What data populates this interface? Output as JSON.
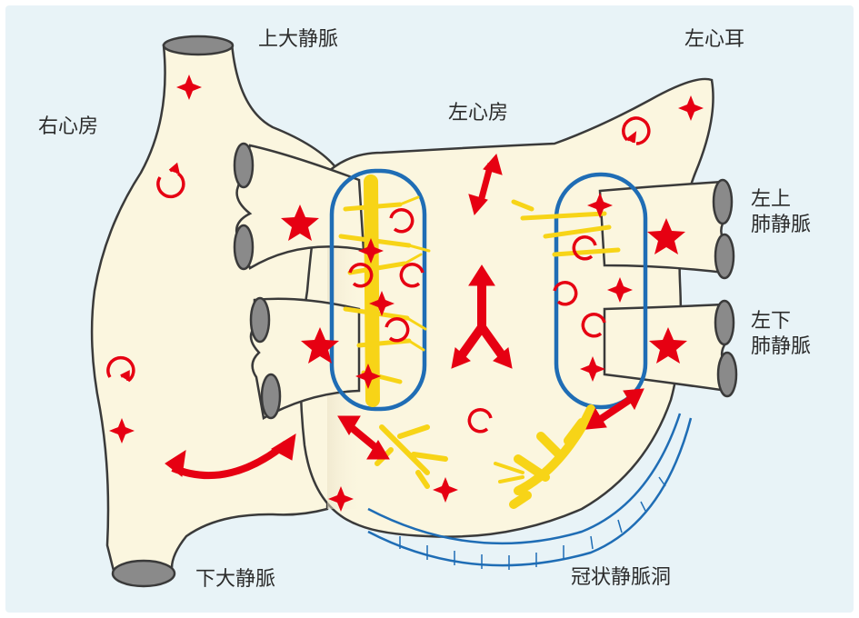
{
  "labels": {
    "svc": "上大静脈",
    "laa": "左心耳",
    "ra": "右心房",
    "la": "左心房",
    "lspv_1": "左上",
    "lspv_2": "肺静脈",
    "lipv_1": "左下",
    "lipv_2": "肺静脈",
    "ivc": "下大静脈",
    "cs": "冠状静脈洞"
  },
  "colors": {
    "background": "#e8f3f7",
    "tissue": "#fbf6df",
    "outline": "#3a3a3a",
    "vessel_opening": "#8a8a8a",
    "ablation_line": "#1f6db5",
    "excitation": "#e60012",
    "fibrillation_focus": "#f7d417"
  }
}
